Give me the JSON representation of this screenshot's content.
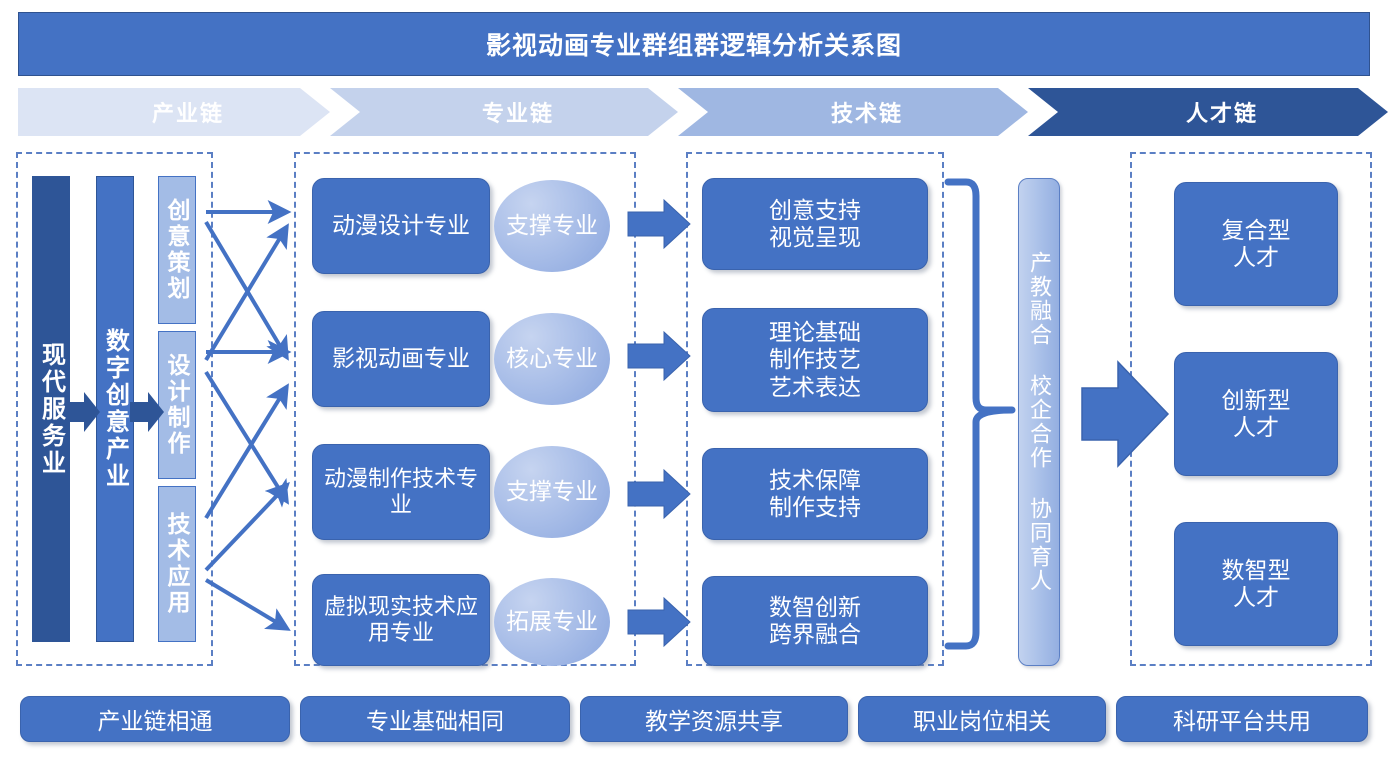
{
  "title": "影视动画专业群组群逻辑分析关系图",
  "chevrons": [
    {
      "label": "产业链",
      "color": "#DCE4F4"
    },
    {
      "label": "专业链",
      "color": "#C4D2EC"
    },
    {
      "label": "技术链",
      "color": "#9FB7E2"
    },
    {
      "label": "人才链",
      "color": "#2E5597"
    }
  ],
  "industry_chain": {
    "bars": [
      {
        "label": "现代服务业",
        "tone": "dark"
      },
      {
        "label": "数字创意产业",
        "tone": "mid"
      }
    ],
    "segments": [
      {
        "label": "创意策划"
      },
      {
        "label": "设计制作"
      },
      {
        "label": "技术应用"
      }
    ]
  },
  "major_chain": {
    "items": [
      {
        "major": "动漫设计专业",
        "role": "支撑专业"
      },
      {
        "major": "影视动画专业",
        "role": "核心专业"
      },
      {
        "major": "动漫制作技术专业",
        "role": "支撑专业"
      },
      {
        "major": "虚拟现实技术应用专业",
        "role": "拓展专业"
      }
    ]
  },
  "tech_chain": {
    "items": [
      {
        "label": "创意支持\n视觉呈现"
      },
      {
        "label": "理论基础\n制作技艺\n艺术表达"
      },
      {
        "label": "技术保障\n制作支持"
      },
      {
        "label": "数智创新\n跨界融合"
      }
    ]
  },
  "fusion_bar": {
    "label": "产教融合 校企合作 协同育人"
  },
  "talent_chain": {
    "items": [
      {
        "label": "复合型\n人才"
      },
      {
        "label": "创新型\n人才"
      },
      {
        "label": "数智型\n人才"
      }
    ]
  },
  "bottom_strip": {
    "items": [
      {
        "label": "产业链相通"
      },
      {
        "label": "专业基础相同"
      },
      {
        "label": "教学资源共享"
      },
      {
        "label": "职业岗位相关"
      },
      {
        "label": "科研平台共用"
      }
    ]
  },
  "colors": {
    "accent": "#4472C4",
    "dark": "#2E5597",
    "light": "#A3BCE6",
    "dashed_border": "#5B7FC4",
    "arrow": "#4472C4",
    "arrow_dark": "#2E5597"
  }
}
